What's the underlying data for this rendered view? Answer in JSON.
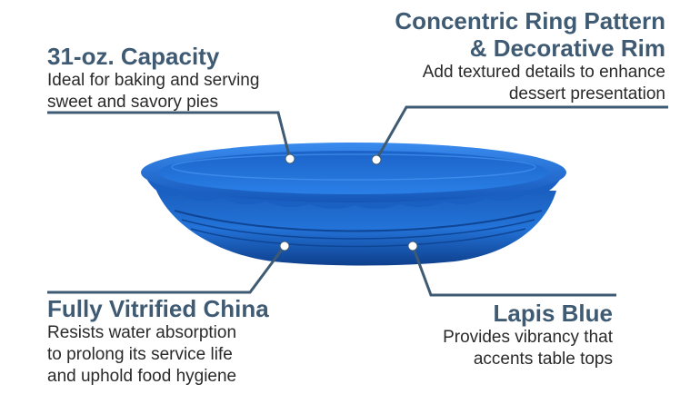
{
  "callouts": {
    "capacity": {
      "title": "31-oz. Capacity",
      "desc_line1": "Ideal for baking and serving",
      "desc_line2": "sweet and savory pies"
    },
    "ring": {
      "title_line1": "Concentric Ring Pattern",
      "title_line2": "& Decorative Rim",
      "desc_line1": "Add textured details to enhance",
      "desc_line2": "dessert presentation"
    },
    "vitrified": {
      "title": "Fully Vitrified China",
      "desc_line1": "Resists water absorption",
      "desc_line2": "to prolong its service life",
      "desc_line3": "and uphold food hygiene"
    },
    "lapis": {
      "title": "Lapis Blue",
      "desc_line1": "Provides vibrancy that",
      "desc_line2": "accents table tops"
    }
  },
  "colors": {
    "title": "#3f5a73",
    "leader_line": "#3f5a73",
    "dish_blue": "#1e6fd0"
  }
}
